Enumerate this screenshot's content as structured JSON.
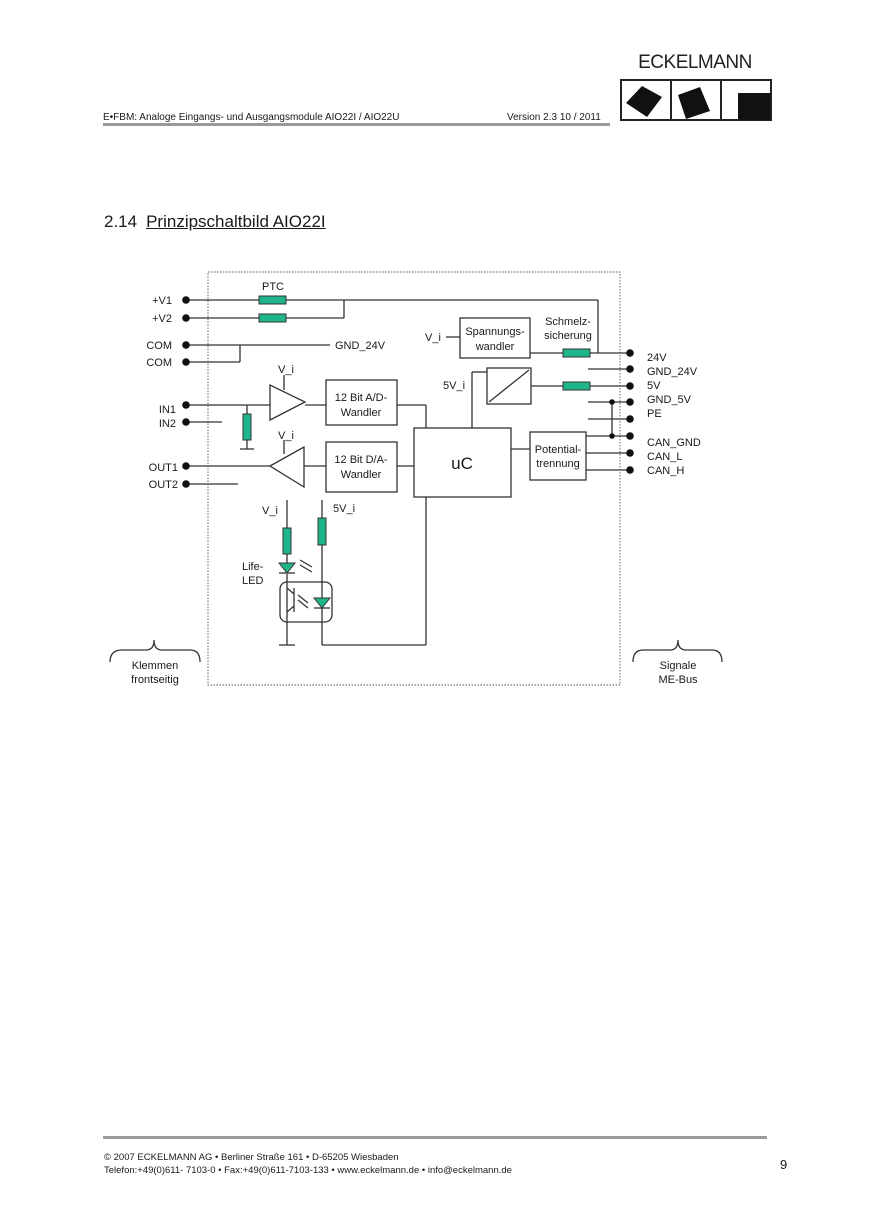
{
  "header": {
    "doc_title": "E•FBM: Analoge Eingangs- und Ausgangsmodule AIO22I / AIO22U",
    "version": "Version 2.3   10 / 2011",
    "logo_text": "ECKELMANN"
  },
  "section": {
    "number": "2.14",
    "title": "Prinzipschaltbild AIO22I"
  },
  "diagram": {
    "colors": {
      "component_fill": "#1fb58a",
      "line": "#333333",
      "border": "#555555"
    },
    "left_terminals": [
      "+V1",
      "+V2",
      "COM",
      "COM",
      "IN1",
      "IN2",
      "OUT1",
      "OUT2"
    ],
    "right_terminals": [
      "24V",
      "GND_24V",
      "5V",
      "GND_5V",
      "PE",
      "CAN_GND",
      "CAN_L",
      "CAN_H"
    ],
    "labels": {
      "ptc": "PTC",
      "gnd_24v": "GND_24V",
      "vi_spann": "V_i",
      "spannungswandler_1": "Spannungs-",
      "spannungswandler_2": "wandler",
      "schmelz_1": "Schmelz-",
      "schmelz_2": "sicherung",
      "v5i_dc": "5V_i",
      "vi_in": "V_i",
      "vi_out": "V_i",
      "ad_1": "12 Bit A/D-",
      "ad_2": "Wandler",
      "da_1": "12 Bit D/A-",
      "da_2": "Wandler",
      "uc": "uC",
      "pot_1": "Potential-",
      "pot_2": "trennung",
      "vi_led": "V_i",
      "v5i_led": "5V_i",
      "life_1": "Life-",
      "life_2": "LED",
      "klemmen_1": "Klemmen",
      "klemmen_2": "frontseitig",
      "signale_1": "Signale",
      "signale_2": "ME-Bus"
    }
  },
  "footer": {
    "line1": "©  2007 ECKELMANN AG • Berliner Straße 161 • D-65205 Wiesbaden",
    "line2": "Telefon:+49(0)611- 7103-0 • Fax:+49(0)611-7103-133 • www.eckelmann.de • info@eckelmann.de",
    "page_number": "9"
  }
}
